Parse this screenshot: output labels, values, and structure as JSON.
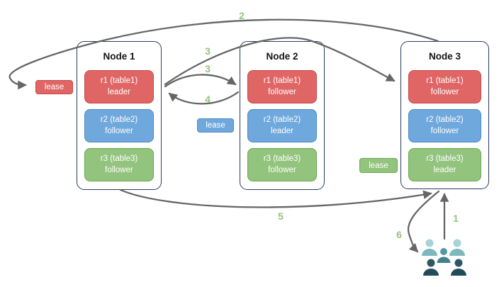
{
  "diagram": {
    "nodes": [
      {
        "title": "Node 1",
        "replicas": [
          {
            "name": "r1 (table1)",
            "role": "leader",
            "color": "red"
          },
          {
            "name": "r2 (table2)",
            "role": "follower",
            "color": "blue"
          },
          {
            "name": "r3 (table3)",
            "role": "follower",
            "color": "green"
          }
        ]
      },
      {
        "title": "Node 2",
        "replicas": [
          {
            "name": "r1 (table1)",
            "role": "follower",
            "color": "red"
          },
          {
            "name": "r2 (table2)",
            "role": "leader",
            "color": "blue"
          },
          {
            "name": "r3 (table3)",
            "role": "follower",
            "color": "green"
          }
        ]
      },
      {
        "title": "Node 3",
        "replicas": [
          {
            "name": "r1 (table1)",
            "role": "follower",
            "color": "red"
          },
          {
            "name": "r2 (table2)",
            "role": "follower",
            "color": "blue"
          },
          {
            "name": "r3 (table3)",
            "role": "leader",
            "color": "green"
          }
        ]
      }
    ],
    "leases": [
      {
        "label": "lease",
        "color": "red"
      },
      {
        "label": "lease",
        "color": "blue"
      },
      {
        "label": "lease",
        "color": "green"
      }
    ],
    "arrow_labels": [
      "1",
      "2",
      "3",
      "3",
      "4",
      "5",
      "6"
    ],
    "icons": {
      "users_group": "users-group-icon"
    },
    "palette": {
      "red": {
        "fill": "#e06666",
        "border": "#c64848"
      },
      "blue": {
        "fill": "#6fa8dc",
        "border": "#4d89c6"
      },
      "green": {
        "fill": "#93c47d",
        "border": "#6aa84f"
      },
      "node_border": "#2a3c5e",
      "arrow": "#666666",
      "label": "#93c47d"
    }
  }
}
